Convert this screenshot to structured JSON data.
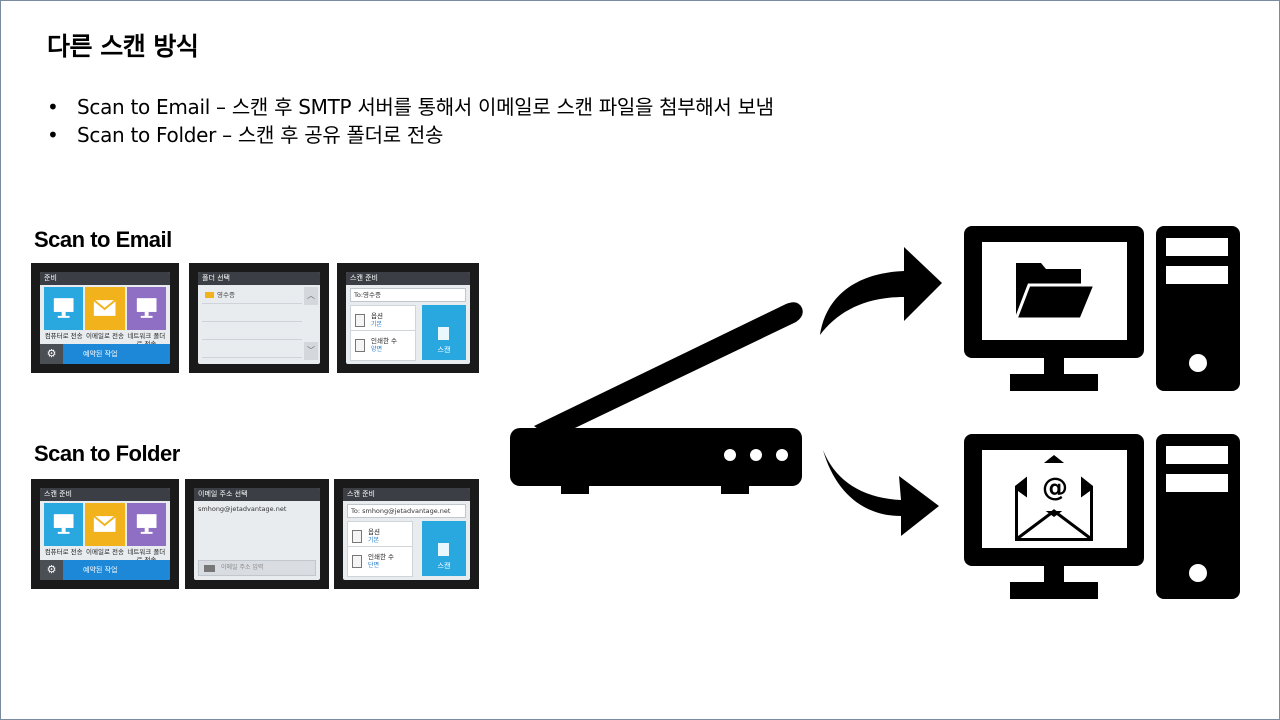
{
  "slide": {
    "title": "다른 스캔 방식",
    "bullets": [
      {
        "marker": "•",
        "text": "Scan to Email – 스캔 후 SMTP 서버를 통해서 이메일로 스캔 파일을 첨부해서 보냄"
      },
      {
        "marker": "•",
        "text": "Scan to Folder – 스캔 후 공유 폴더로 전송"
      }
    ]
  },
  "sections": {
    "email_label": "Scan to Email",
    "folder_label": "Scan to Folder"
  },
  "screens": {
    "home": {
      "title_email": "준비",
      "title_folder": "스캔 준비",
      "tiles": [
        {
          "label": "컴퓨터로 전송",
          "icon": "monitor-icon"
        },
        {
          "label": "이메일로 전송",
          "icon": "envelope-icon"
        },
        {
          "label": "네트워크 폴더로 전송",
          "icon": "network-folder-icon"
        }
      ],
      "gear": "⚙",
      "jobs_label": "예약된 작업"
    },
    "folder_select": {
      "title": "폴더 선택",
      "first_item": "영수증",
      "up": "︿",
      "down": "﹀"
    },
    "scan_ready_email": {
      "title": "스캔 준비",
      "to": "To:영수증",
      "options_label": "옵션",
      "options_value": "기본",
      "copies_label": "인쇄한 수",
      "copies_value": "양면",
      "scan_button": "스캔"
    },
    "address_select": {
      "title": "이메일 주소 선택",
      "address": "smhong@jetadvantage.net",
      "footer": "이메일 주소 입력"
    },
    "scan_ready_folder": {
      "title": "스캔 준비",
      "to": "To: smhong@jetadvantage.net",
      "options_label": "옵션",
      "options_value": "기본",
      "copies_label": "인쇄한 수",
      "copies_value": "단면",
      "scan_button": "스캔"
    }
  },
  "diagram": {
    "scanner_icon": "flatbed-scanner-icon",
    "arrow_up_icon": "curved-arrow-up-icon",
    "arrow_down_icon": "curved-arrow-down-icon",
    "folder_pc_icon": "computer-folder-icon",
    "email_pc_icon": "computer-email-icon",
    "at_symbol": "@"
  },
  "colors": {
    "accent_blue": "#1e88d8",
    "tile_teal": "#29a8e0",
    "tile_yellow": "#f2b21c",
    "tile_purple": "#8e6fc4",
    "icon_black": "#000000"
  }
}
